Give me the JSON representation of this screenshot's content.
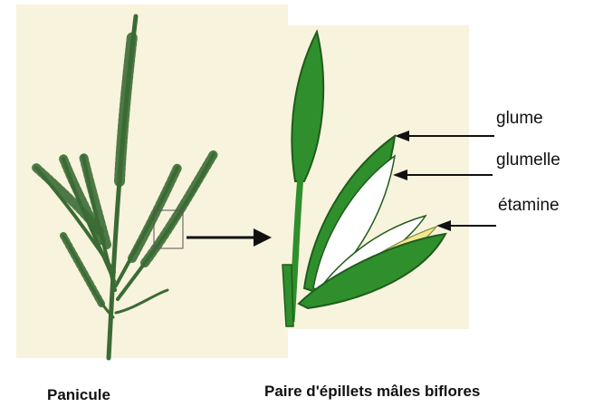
{
  "panels": {
    "panicle": {
      "caption": "Panicule"
    },
    "spikelets": {
      "caption": "Paire d'épillets mâles biflores"
    }
  },
  "labels": {
    "glume": "glume",
    "glumelle": "glumelle",
    "etamine": "étamine"
  },
  "colors": {
    "background_panel": "#f8f3dc",
    "leaf_green": "#2f8f2c",
    "leaf_outline": "#1f5c1c",
    "panicle_green": "#3b6b35",
    "glumelle_white": "#ffffff",
    "stamen_yellow": "#f3e890",
    "arrow": "#111111"
  }
}
